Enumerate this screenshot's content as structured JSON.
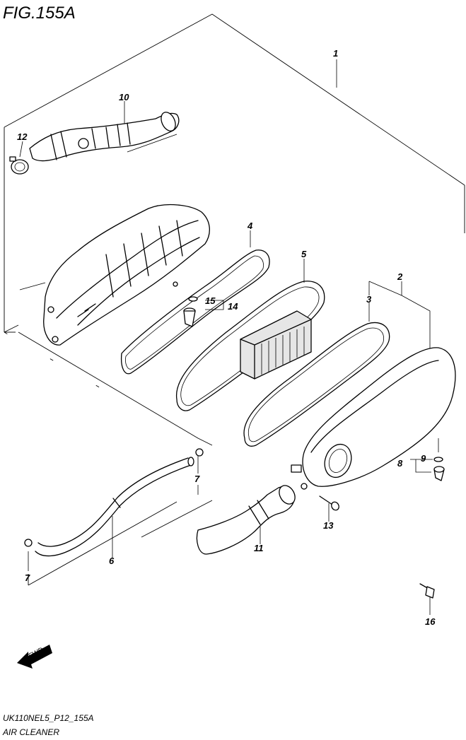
{
  "figure": {
    "title": "FIG.155A",
    "code": "UK110NEL5_P12_155A",
    "caption": "AIR CLEANER",
    "fwd_label": "FWD"
  },
  "callouts": {
    "c1": "1",
    "c2": "2",
    "c3": "3",
    "c4": "4",
    "c5": "5",
    "c6": "6",
    "c7a": "7",
    "c7b": "7",
    "c8": "8",
    "c9": "9",
    "c10": "10",
    "c11": "11",
    "c12": "12",
    "c13": "13",
    "c14": "14",
    "c15": "15",
    "c16": "16"
  }
}
